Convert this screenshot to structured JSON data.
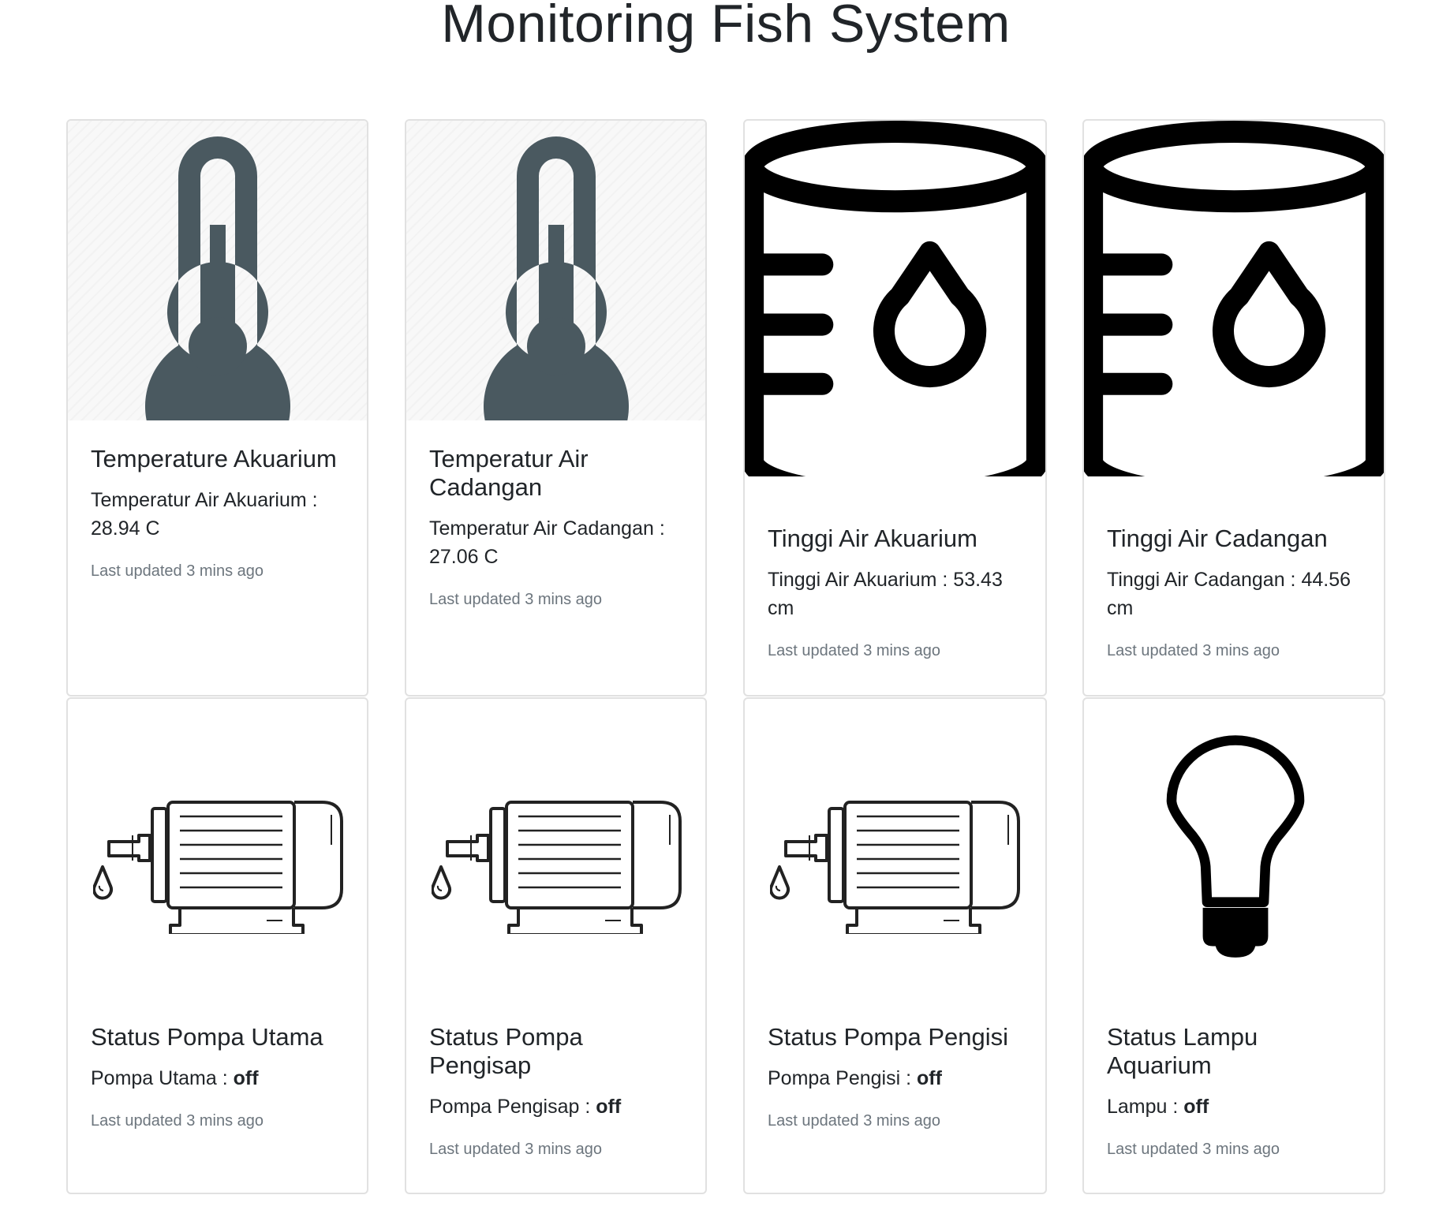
{
  "page": {
    "title": "Monitoring Fish System"
  },
  "colors": {
    "thermometer": "#4a5960",
    "icon_dark": "#000000",
    "muted": "#6c757d",
    "border": "#e1e1e1"
  },
  "cards": [
    {
      "icon": "thermometer-icon",
      "title": "Temperature Akuarium",
      "label": "Temperatur Air Akuarium :",
      "value": "28.94 C",
      "updated": "Last updated 3 mins ago"
    },
    {
      "icon": "thermometer-icon",
      "title": "Temperatur Air Cadangan",
      "label": "Temperatur Air Cadangan :",
      "value": "27.06 C",
      "updated": "Last updated 3 mins ago"
    },
    {
      "icon": "water-tank-icon",
      "title": "Tinggi Air Akuarium",
      "label": "Tinggi Air Akuarium :",
      "value": "53.43 cm",
      "updated": "Last updated 3 mins ago"
    },
    {
      "icon": "water-tank-icon",
      "title": "Tinggi Air Cadangan",
      "label": "Tinggi Air Cadangan :",
      "value": "44.56 cm",
      "updated": "Last updated 3 mins ago"
    },
    {
      "icon": "water-pump-icon",
      "title": "Status Pompa Utama",
      "label": "Pompa Utama : ",
      "value": "off",
      "updated": "Last updated 3 mins ago"
    },
    {
      "icon": "water-pump-icon",
      "title": "Status Pompa Pengisap",
      "label": "Pompa Pengisap : ",
      "value": "off",
      "updated": "Last updated 3 mins ago"
    },
    {
      "icon": "water-pump-icon",
      "title": "Status Pompa Pengisi",
      "label": "Pompa Pengisi : ",
      "value": "off",
      "updated": "Last updated 3 mins ago"
    },
    {
      "icon": "light-bulb-icon",
      "title": "Status Lampu Aquarium",
      "label": "Lampu : ",
      "value": "off",
      "updated": "Last updated 3 mins ago"
    }
  ]
}
